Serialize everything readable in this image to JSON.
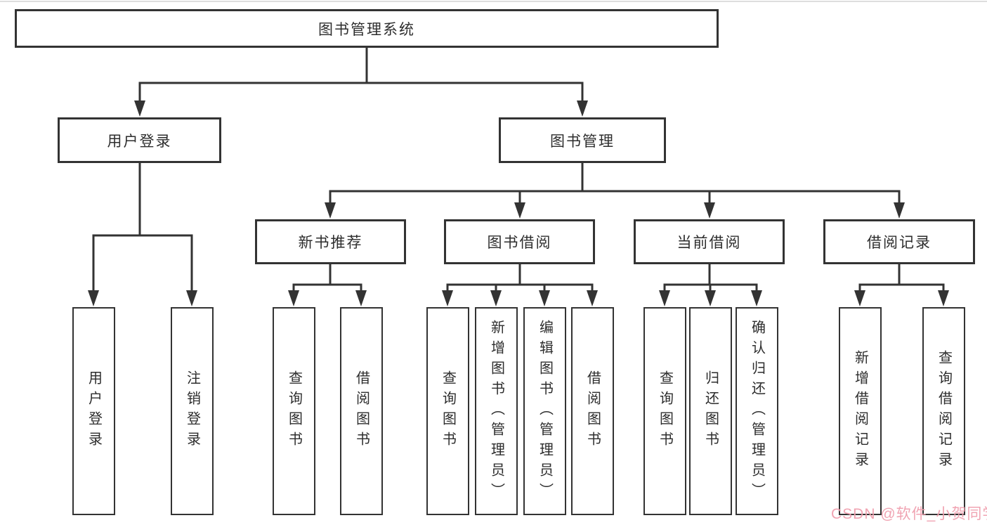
{
  "diagram": {
    "title": "图书管理系统",
    "root": {
      "label": "图书管理系统"
    },
    "branches": [
      {
        "label": "用户登录",
        "children": [
          {
            "label": "用户登录"
          },
          {
            "label": "注销登录"
          }
        ]
      },
      {
        "label": "图书管理",
        "groups": [
          {
            "label": "新书推荐",
            "children": [
              {
                "label": "查询图书"
              },
              {
                "label": "借阅图书"
              }
            ]
          },
          {
            "label": "图书借阅",
            "children": [
              {
                "label": "查询图书"
              },
              {
                "label": "新增图书（管理员）"
              },
              {
                "label": "编辑图书（管理员）"
              },
              {
                "label": "借阅图书"
              }
            ]
          },
          {
            "label": "当前借阅",
            "children": [
              {
                "label": "查询图书"
              },
              {
                "label": "归还图书"
              },
              {
                "label": "确认归还（管理员）"
              }
            ]
          },
          {
            "label": "借阅记录",
            "children": [
              {
                "label": "新增借阅记录"
              },
              {
                "label": "查询借阅记录"
              }
            ]
          }
        ]
      }
    ]
  },
  "watermark": {
    "text": "CSDN @软件_小贺同学",
    "color": "#f09fae"
  },
  "colors": {
    "line": "#333333",
    "box_border": "#333333",
    "text": "#2d2d2d",
    "background": "#ffffff"
  }
}
